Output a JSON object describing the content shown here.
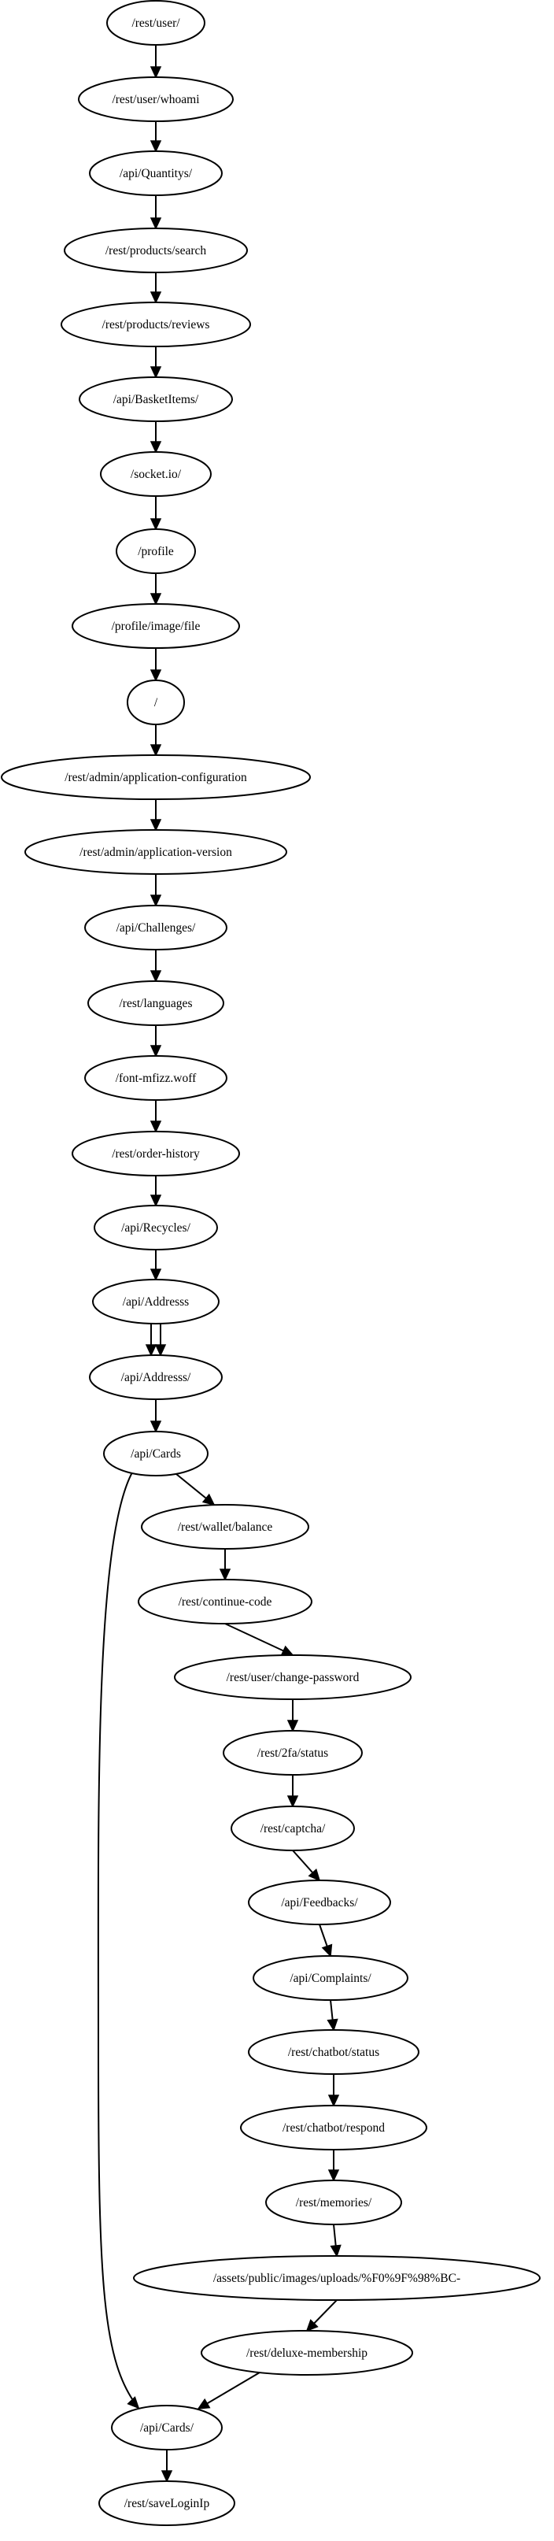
{
  "diagram": {
    "type": "directed-graph",
    "nodes": [
      {
        "id": "n0",
        "label": "/rest/user/"
      },
      {
        "id": "n1",
        "label": "/rest/user/whoami"
      },
      {
        "id": "n2",
        "label": "/api/Quantitys/"
      },
      {
        "id": "n3",
        "label": "/rest/products/search"
      },
      {
        "id": "n4",
        "label": "/rest/products/reviews"
      },
      {
        "id": "n5",
        "label": "/api/BasketItems/"
      },
      {
        "id": "n6",
        "label": "/socket.io/"
      },
      {
        "id": "n7",
        "label": "/profile"
      },
      {
        "id": "n8",
        "label": "/profile/image/file"
      },
      {
        "id": "n9",
        "label": "/"
      },
      {
        "id": "n10",
        "label": "/rest/admin/application-configuration"
      },
      {
        "id": "n11",
        "label": "/rest/admin/application-version"
      },
      {
        "id": "n12",
        "label": "/api/Challenges/"
      },
      {
        "id": "n13",
        "label": "/rest/languages"
      },
      {
        "id": "n14",
        "label": "/font-mfizz.woff"
      },
      {
        "id": "n15",
        "label": "/rest/order-history"
      },
      {
        "id": "n16",
        "label": "/api/Recycles/"
      },
      {
        "id": "n17",
        "label": "/api/Addresss"
      },
      {
        "id": "n18",
        "label": "/api/Addresss/"
      },
      {
        "id": "n19",
        "label": "/api/Cards"
      },
      {
        "id": "n20",
        "label": "/rest/wallet/balance"
      },
      {
        "id": "n21",
        "label": "/rest/continue-code"
      },
      {
        "id": "n22",
        "label": "/rest/user/change-password"
      },
      {
        "id": "n23",
        "label": "/rest/2fa/status"
      },
      {
        "id": "n24",
        "label": "/rest/captcha/"
      },
      {
        "id": "n25",
        "label": "/api/Feedbacks/"
      },
      {
        "id": "n26",
        "label": "/api/Complaints/"
      },
      {
        "id": "n27",
        "label": "/rest/chatbot/status"
      },
      {
        "id": "n28",
        "label": "/rest/chatbot/respond"
      },
      {
        "id": "n29",
        "label": "/rest/memories/"
      },
      {
        "id": "n30",
        "label": "/assets/public/images/uploads/%F0%9F%98%BC-"
      },
      {
        "id": "n31",
        "label": "/rest/deluxe-membership"
      },
      {
        "id": "n32",
        "label": "/api/Cards/"
      },
      {
        "id": "n33",
        "label": "/rest/saveLoginIp"
      }
    ],
    "edges": [
      {
        "from": "n0",
        "to": "n1"
      },
      {
        "from": "n1",
        "to": "n2"
      },
      {
        "from": "n2",
        "to": "n3"
      },
      {
        "from": "n3",
        "to": "n4"
      },
      {
        "from": "n4",
        "to": "n5"
      },
      {
        "from": "n5",
        "to": "n6"
      },
      {
        "from": "n6",
        "to": "n7"
      },
      {
        "from": "n7",
        "to": "n8"
      },
      {
        "from": "n8",
        "to": "n9"
      },
      {
        "from": "n9",
        "to": "n10"
      },
      {
        "from": "n10",
        "to": "n11"
      },
      {
        "from": "n11",
        "to": "n12"
      },
      {
        "from": "n12",
        "to": "n13"
      },
      {
        "from": "n13",
        "to": "n14"
      },
      {
        "from": "n14",
        "to": "n15"
      },
      {
        "from": "n15",
        "to": "n16"
      },
      {
        "from": "n16",
        "to": "n17"
      },
      {
        "from": "n17",
        "to": "n18"
      },
      {
        "from": "n17",
        "to": "n18"
      },
      {
        "from": "n18",
        "to": "n19"
      },
      {
        "from": "n19",
        "to": "n20"
      },
      {
        "from": "n19",
        "to": "n32"
      },
      {
        "from": "n20",
        "to": "n21"
      },
      {
        "from": "n21",
        "to": "n22"
      },
      {
        "from": "n22",
        "to": "n23"
      },
      {
        "from": "n23",
        "to": "n24"
      },
      {
        "from": "n24",
        "to": "n25"
      },
      {
        "from": "n25",
        "to": "n26"
      },
      {
        "from": "n26",
        "to": "n27"
      },
      {
        "from": "n27",
        "to": "n28"
      },
      {
        "from": "n28",
        "to": "n29"
      },
      {
        "from": "n29",
        "to": "n30"
      },
      {
        "from": "n30",
        "to": "n31"
      },
      {
        "from": "n31",
        "to": "n32"
      },
      {
        "from": "n32",
        "to": "n33"
      }
    ]
  }
}
